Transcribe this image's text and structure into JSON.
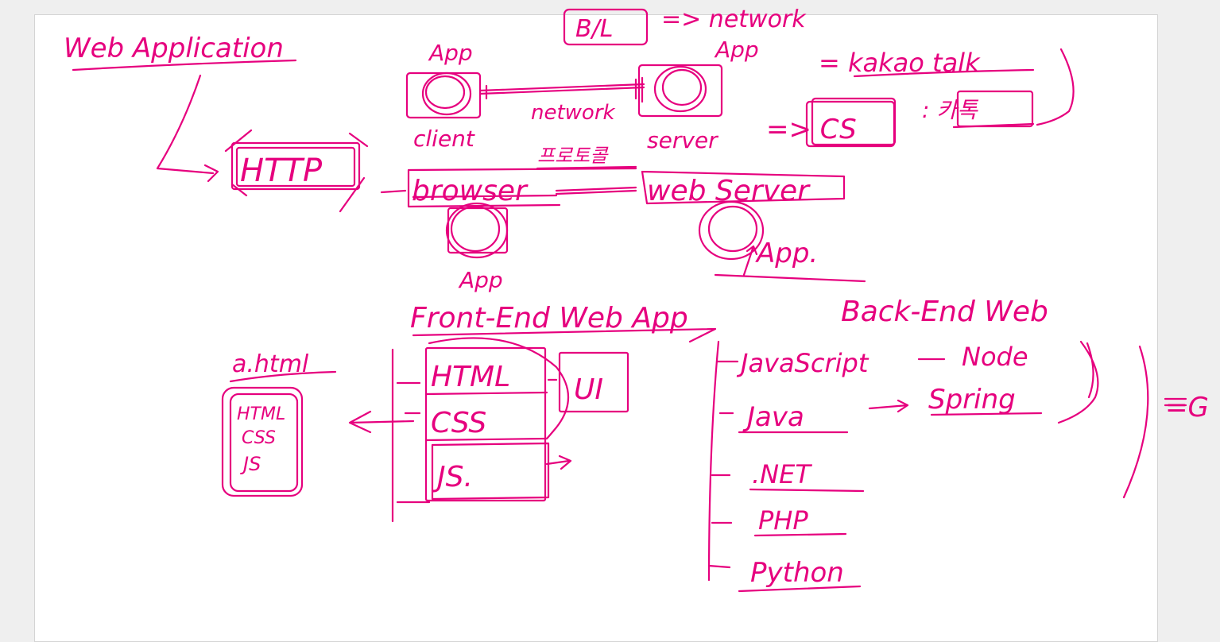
{
  "ink_color": "#e6007e",
  "page_color": "#ffffff",
  "background_color": "#efefef",
  "labels": {
    "web_application": "Web Application",
    "bl": "B/L",
    "network_top": "=> network",
    "app_client": "App",
    "app_server": "App",
    "kakao_talk": "= kakao talk",
    "client": "client",
    "network_mid": "network",
    "korean_protocol": "프로토콜",
    "server": "server",
    "cs": "=> CS",
    "korean_kakao": ": 카톡",
    "http": "HTTP",
    "browser": "browser",
    "web_server": "web Server",
    "app_web_server": "App.",
    "app_browser": "App",
    "front_end": "Front-End Web App",
    "back_end": "Back-End Web",
    "a_html": "a.html",
    "file_html": "HTML",
    "file_css": "CSS",
    "file_js": "JS",
    "stack_html": "HTML",
    "stack_css": "CSS",
    "stack_js": "JS.",
    "ui": "UI",
    "javascript": "JavaScript",
    "node": "Node",
    "java": "Java",
    "spring": "Spring",
    "dotnet": ".NET",
    "php": "PHP",
    "python": "Python",
    "g_cut": "=G"
  }
}
